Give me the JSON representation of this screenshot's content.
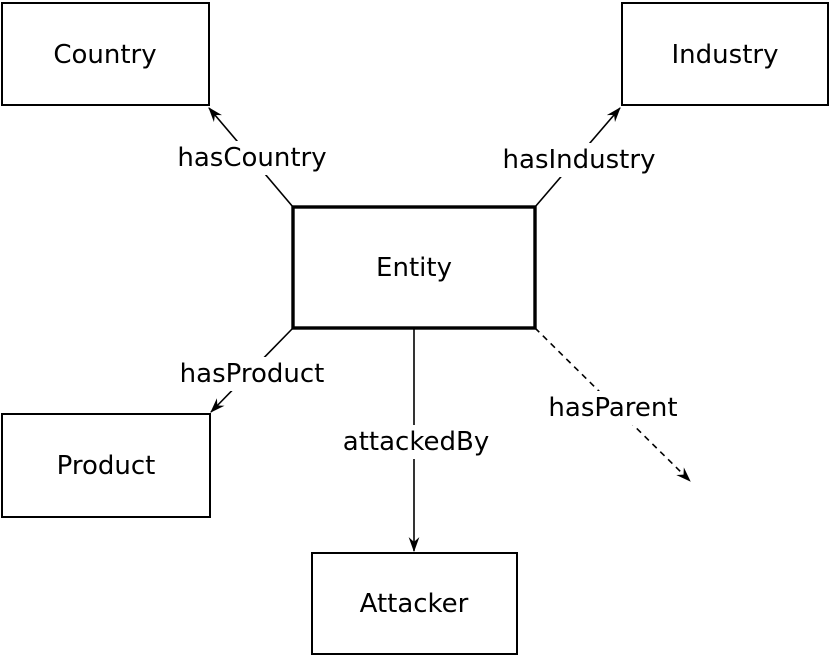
{
  "diagram": {
    "type": "graph",
    "background_color": "#ffffff",
    "line_color": "#000000",
    "text_color": "#000000",
    "nodes": [
      {
        "id": "country",
        "label": "Country"
      },
      {
        "id": "industry",
        "label": "Industry"
      },
      {
        "id": "entity",
        "label": "Entity",
        "emphasized": true
      },
      {
        "id": "product",
        "label": "Product"
      },
      {
        "id": "attacker",
        "label": "Attacker"
      }
    ],
    "edges": [
      {
        "label": "hasCountry",
        "from": "entity",
        "to": "country",
        "style": "solid"
      },
      {
        "label": "hasIndustry",
        "from": "entity",
        "to": "industry",
        "style": "solid"
      },
      {
        "label": "hasProduct",
        "from": "entity",
        "to": "product",
        "style": "solid"
      },
      {
        "label": "attackedBy",
        "from": "entity",
        "to": "attacker",
        "style": "solid"
      },
      {
        "label": "hasParent",
        "from": "entity",
        "to": null,
        "style": "dashed"
      }
    ]
  }
}
